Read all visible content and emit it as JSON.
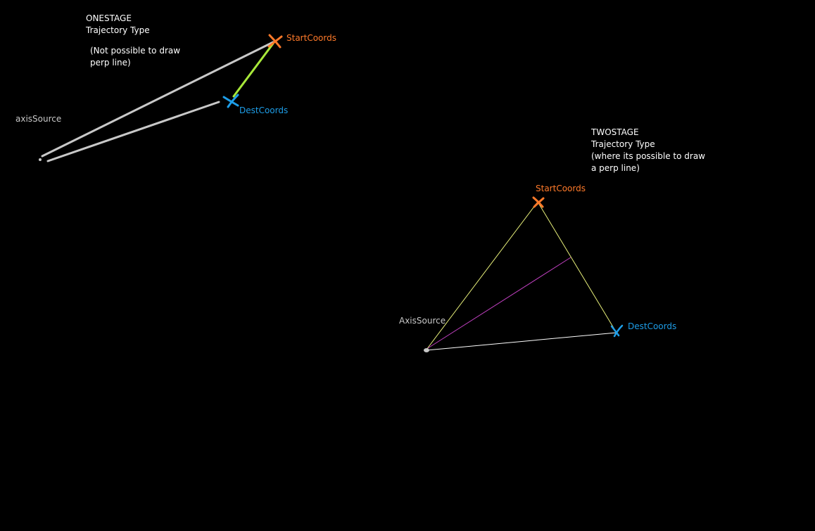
{
  "colors": {
    "background": "#000000",
    "start": "#ff7a2a",
    "dest": "#1e9ee8",
    "grey_line": "#c8c8c8",
    "yellow_line": "#e8f07a",
    "green_line": "#a8e83a",
    "magenta_line": "#c040c0",
    "text": "#ffffff"
  },
  "onestage": {
    "title": "ONESTAGE",
    "subtitle": "Trajectory Type",
    "note_line1": "(Not possible to draw",
    "note_line2": "perp line)",
    "axis_label": "axisSource",
    "start_label": "StartCoords",
    "dest_label": "DestCoords"
  },
  "twostage": {
    "title": "TWOSTAGE",
    "subtitle": "Trajectory Type",
    "note_line1": "(where its possible to draw",
    "note_line2": "a perp line)",
    "axis_label": "AxisSource",
    "start_label": "StartCoords",
    "dest_label": "DestCoords"
  }
}
